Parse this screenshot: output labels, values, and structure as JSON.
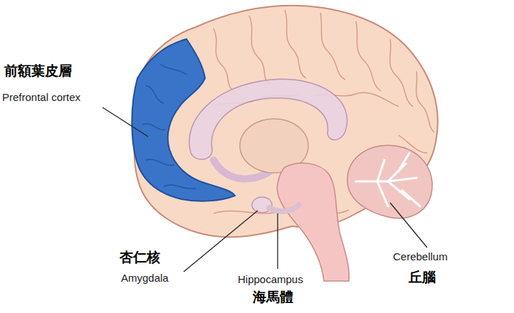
{
  "diagram": {
    "labels": [
      "前額葉皮層",
      "Prefrontal cortex",
      "杏仁核",
      "Amygdala",
      "Hippocampus",
      "海馬體",
      "Cerebellum",
      "丘腦"
    ]
  }
}
